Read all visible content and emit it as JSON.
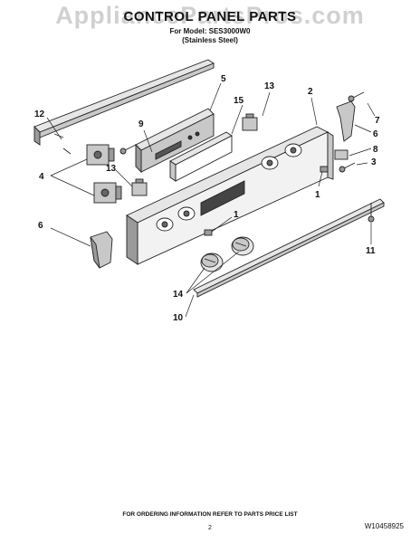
{
  "header": {
    "watermark": "AppliancePartsPros.com",
    "title": "CONTROL PANEL PARTS",
    "model_line": "For Model: SES3000W0",
    "variant_line": "(Stainless Steel)"
  },
  "callouts": [
    "12",
    "9",
    "5",
    "15",
    "13",
    "2",
    "7",
    "6",
    "8",
    "3",
    "4",
    "13",
    "1",
    "1",
    "6",
    "14",
    "10",
    "11"
  ],
  "footer": {
    "ordering_note": "FOR ORDERING INFORMATION REFER TO PARTS PRICE LIST",
    "page_number": "2",
    "part_number": "W10458925"
  },
  "colors": {
    "line": "#222222",
    "fill_light": "#e6e6e6",
    "fill_mid": "#c8c8c8",
    "fill_dark": "#9a9a9a",
    "watermark": "#969696"
  }
}
